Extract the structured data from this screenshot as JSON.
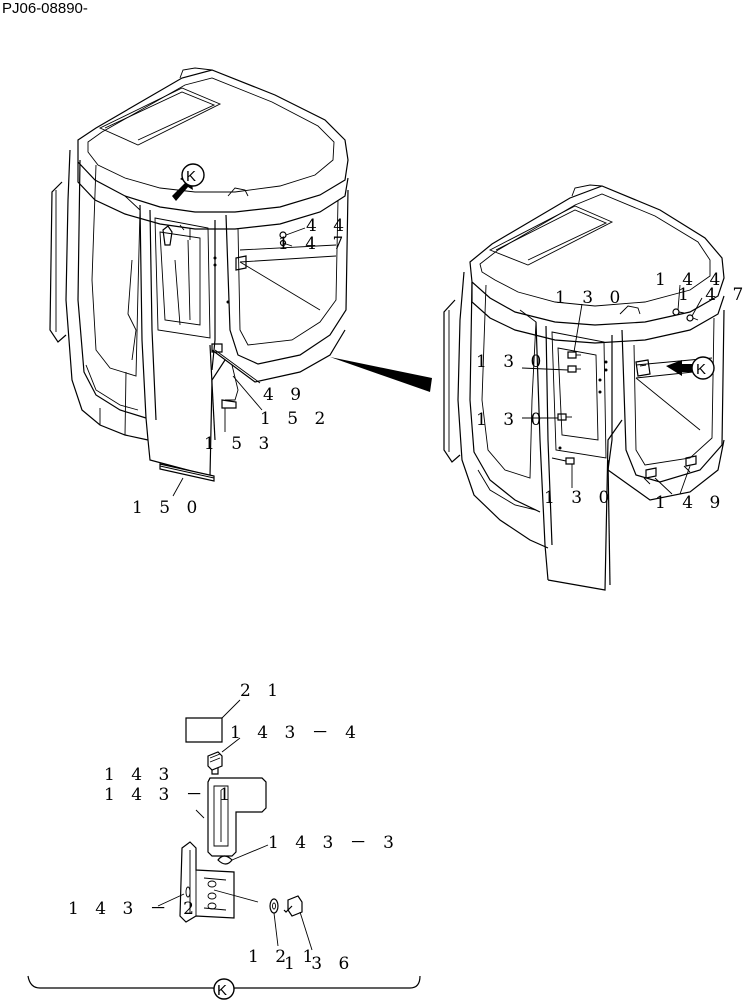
{
  "header": {
    "code": "PJ06-08890-"
  },
  "view_marker": "K",
  "labels": {
    "l44": "4 4",
    "l147a": "1 4 7",
    "l49": "4 9",
    "l152": "1 5 2",
    "l153": "1 5 3",
    "l150": "1 5 0",
    "l130a": "1 3 0",
    "l130b": "1 3 0",
    "l130c": "1 3 0",
    "l130d": "1 3 0",
    "l144": "1 4 4",
    "l147b": "1 4 7",
    "l149": "1 4 9",
    "l21": "2 1",
    "l1434": "1 4 3 － 4",
    "l143": "1 4 3",
    "l1431": "1 4 3 － 1",
    "l1433": "1 4 3 － 3",
    "l1432": "1 4 3 － 2",
    "l121": "1 2 1",
    "l136": "1 3 6"
  },
  "icons": [
    "view-arrow-k",
    "circle-k-marker",
    "leader-wedge",
    "bracket-brace"
  ]
}
